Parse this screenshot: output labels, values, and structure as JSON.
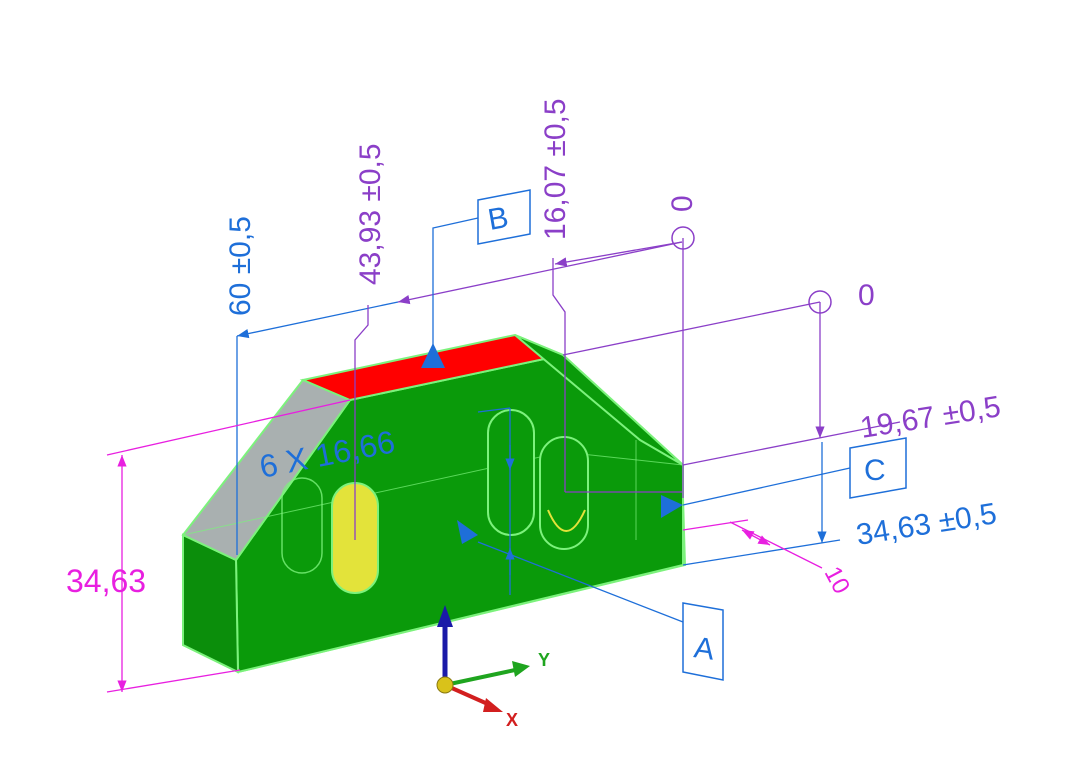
{
  "colors": {
    "blue": "#1e6fd9",
    "purple": "#8b3fc8",
    "magenta": "#e81fe0",
    "face_green": "#0a9a0a",
    "edge_green": "#7cf27c",
    "top_red": "#ff0000",
    "chamfer_gray": "#a9b0b0",
    "slot_yellow": "#e3e33a"
  },
  "dimensions": {
    "d60": "60 ±0,5",
    "d43": "43,93 ±0,5",
    "d16": "16,07 ±0,5",
    "d0_top": "0",
    "d0_right": "0",
    "d19": "19,67 ±0,5",
    "d34_right": "34,63 ±0,5",
    "d34_left": "34,63",
    "d10": "10",
    "hole_callout": "6 X 16,66"
  },
  "datums": {
    "a": "A",
    "b": "B",
    "c": "C"
  },
  "triad": {
    "x": "X",
    "y": "Y"
  }
}
